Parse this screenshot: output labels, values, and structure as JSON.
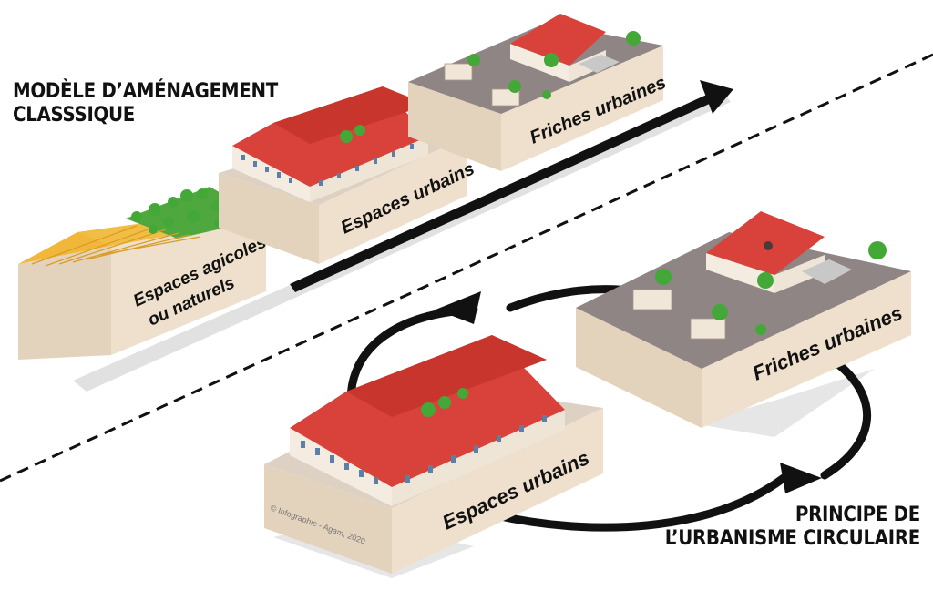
{
  "titles": {
    "classic_line1": "MODÈLE D’AMÉNAGEMENT",
    "classic_line2": "CLASSSIQUE",
    "circular_line1": "PRINCIPE DE",
    "circular_line2": "L’URBANISME CIRCULAIRE"
  },
  "classic_model": {
    "block_agri_line1": "Espaces agicoles",
    "block_agri_line2": "ou naturels",
    "block_urban": "Espaces urbains",
    "block_brownfield": "Friches urbaines"
  },
  "circular_model": {
    "block_urban": "Espaces urbains",
    "block_brownfield": "Friches urbaines"
  },
  "credit": "© Infographie - Agam, 2020",
  "colors": {
    "block_side": "#eee0cc",
    "block_shade": "#d9c6ae",
    "roof": "#d8423a",
    "wall": "#f4ece0",
    "field": "#f0b73a",
    "grass": "#4fa83e",
    "tree": "#43a838",
    "ground": "#8f8584",
    "shadow": "#e4e4e4",
    "arrow": "#111111"
  }
}
